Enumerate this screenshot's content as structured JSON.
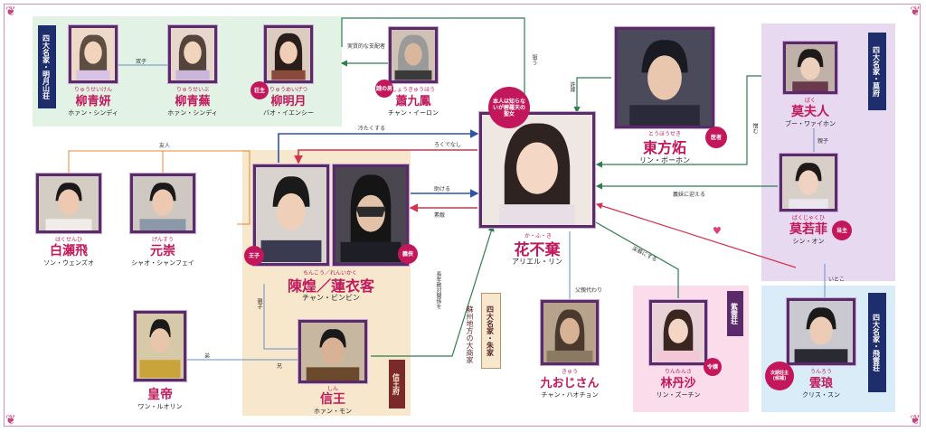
{
  "colors": {
    "pink": "#c2185b",
    "blue": "#2d55a3",
    "red": "#d4324f",
    "green": "#2e7d4f",
    "orange": "#e98a35",
    "purple": "#5a2a6a"
  },
  "groups": {
    "liu": {
      "title": "四大名家・明月山荘"
    },
    "mo": {
      "title": "四大名家・莫府"
    },
    "zhu": {
      "title": "四大名家・朱家"
    },
    "suzhou": {
      "title": "蘇州地方の大商家"
    },
    "feiyun": {
      "title": "四大名家・飛雲荘"
    },
    "ziyun": {
      "title": "紫雲荘"
    },
    "xinwangfu": {
      "title": "信王府"
    }
  },
  "people": {
    "liuqingyan": {
      "ruby": "りゅうせいけん",
      "name": "柳青妍",
      "actor": "ホァン・シンディ"
    },
    "liuqingwu": {
      "ruby": "りゅうせいぶ",
      "name": "柳青蕪",
      "actor": "ホァン・シンディ"
    },
    "liumingyue": {
      "ruby": "りゅうめいげつ",
      "name": "柳明月",
      "actor": "バオ・イエンシー"
    },
    "xiaojiufeng": {
      "ruby": "しょうきゅうほう",
      "name": "蕭九鳳",
      "actor": "チャン・イーロン"
    },
    "huabuqi": {
      "ruby": "か・ふ・き",
      "name": "花不棄",
      "actor": "アリエル・リン"
    },
    "dongfanglang": {
      "ruby": "とうほうせき",
      "name": "東方炻",
      "actor": "リン・ボーホン"
    },
    "mofuren": {
      "ruby": "ばく",
      "name": "莫夫人",
      "actor": "ブー・ワァイホン"
    },
    "moruofei": {
      "ruby": "ばくじゃくひ",
      "name": "莫若菲",
      "actor": "シン・オン"
    },
    "baishefei": {
      "ruby": "はくせんひ",
      "name": "白瀬飛",
      "actor": "ソン・ウェンズオ"
    },
    "yuanchong": {
      "ruby": "げんすう",
      "name": "元崇",
      "actor": "シャオ・シャンフェイ"
    },
    "chenhuang": {
      "ruby": "ちんこう／れんいかく",
      "name": "陳煌／蓮衣客",
      "actor": "チャン・ビンビン"
    },
    "huangdi": {
      "name": "皇帝",
      "actor": "ワン・ルオリン"
    },
    "xinwang": {
      "ruby": "しん",
      "name": "信王",
      "actor": "ホァン・モン"
    },
    "jiuuncle": {
      "ruby": "きゅう",
      "name": "九おじさん",
      "actor": "チャン・ハオチョン"
    },
    "lindansha": {
      "ruby": "りんたんさ",
      "name": "林丹沙",
      "actor": "リン・ズーチン"
    },
    "yunlang": {
      "ruby": "うんろう",
      "name": "雲琅",
      "actor": "クリス・スン"
    }
  },
  "badges": {
    "owner": "荘主",
    "mystery": "謎の男",
    "prince": "王子",
    "knight": "義侠",
    "doctor": "医者",
    "heir": "当主",
    "daughter": "令嬢",
    "next_heir": "次期荘主(候補)",
    "secret_note": "本人は知らないが碧羅天の聖女"
  },
  "relations": {
    "twins": "双子",
    "patron": "実質的な支配者",
    "watches": "狙う",
    "betrothed": "許嫁",
    "hates": "憎む",
    "parent_child": "親子",
    "cold": "冷たくする",
    "rogue": "ろくでなし",
    "friends": "友人",
    "helps": "助ける",
    "suave": "素敵",
    "sworn_in": "義妹に迎える",
    "cousins": "いとこ",
    "grudge": "深慕にする",
    "foster": "父親代わり",
    "rival": "長年敵対関係を",
    "elder_brother": "弟",
    "younger_brother": "兄"
  },
  "hearts": {
    "love": "恋心"
  }
}
